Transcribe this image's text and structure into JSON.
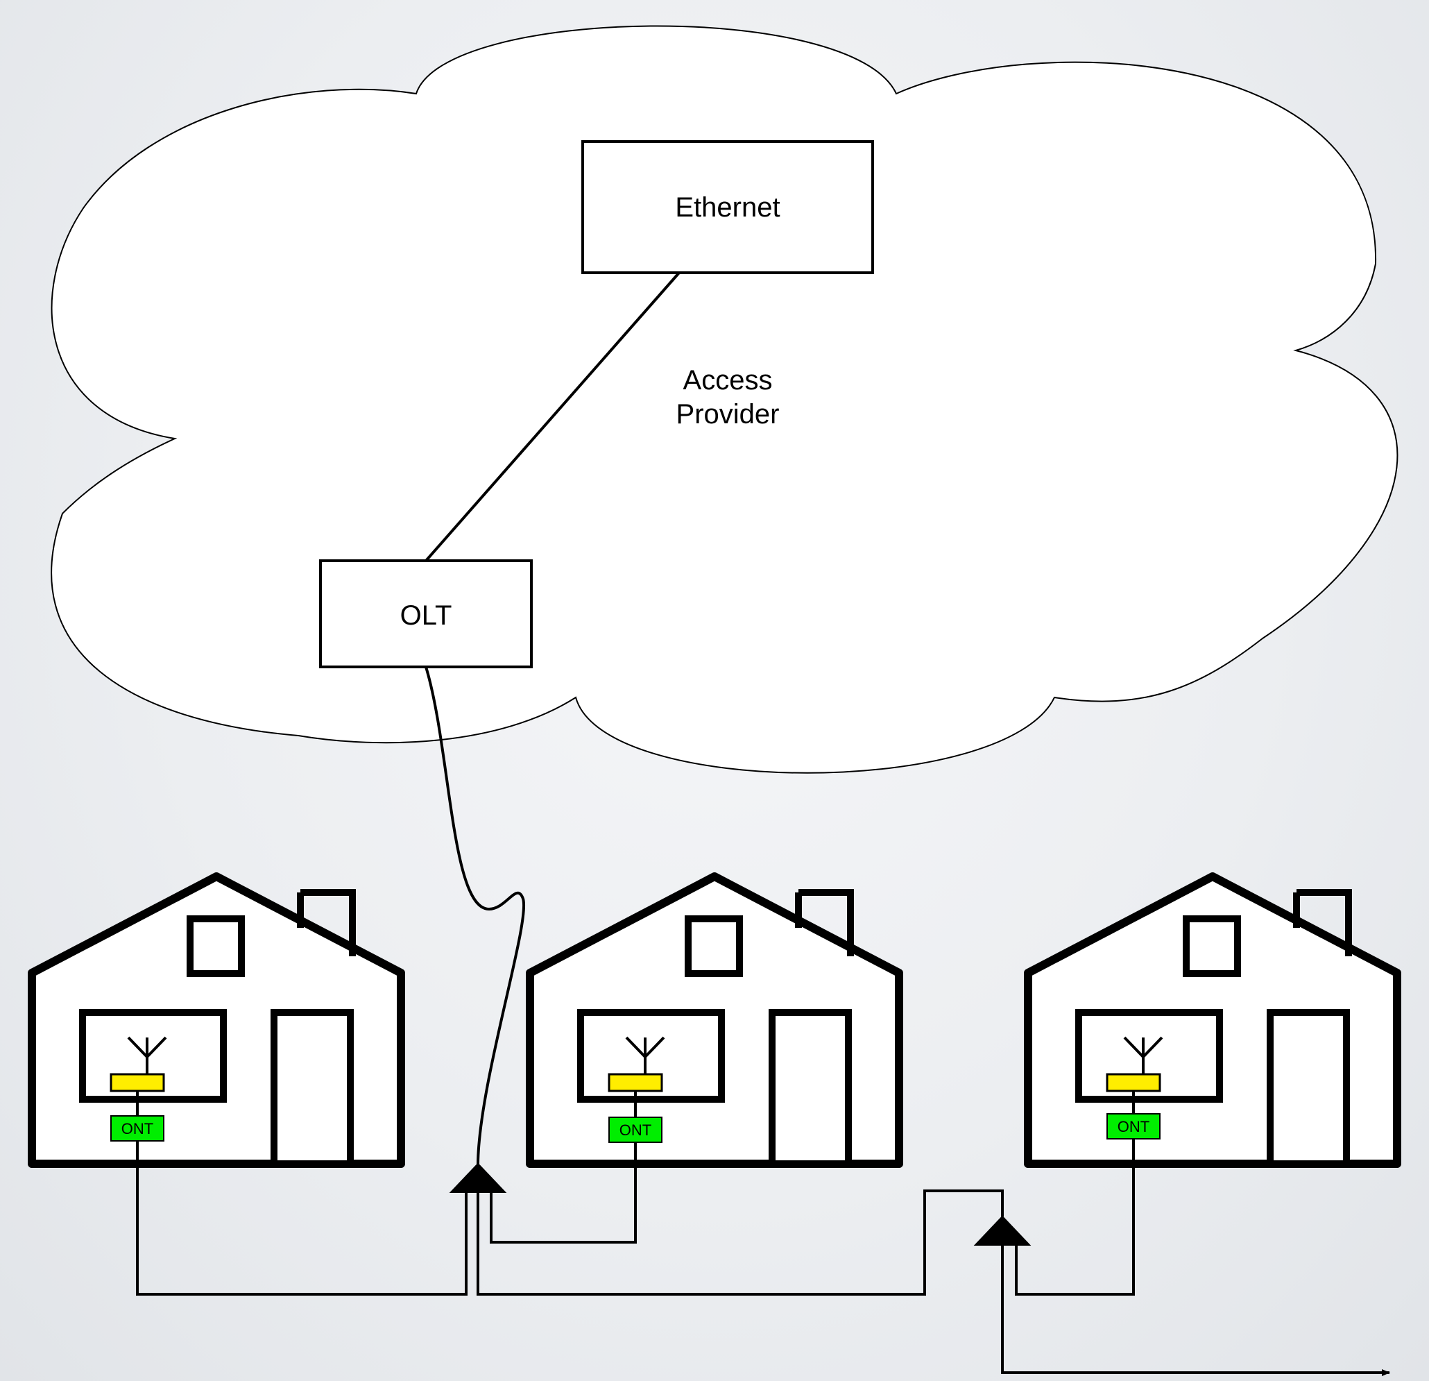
{
  "cloud": {
    "label_line1": "Access",
    "label_line2": "Provider"
  },
  "nodes": {
    "ethernet": "Ethernet",
    "olt": "OLT"
  },
  "houses": [
    {
      "ont_label": "ONT"
    },
    {
      "ont_label": "ONT"
    },
    {
      "ont_label": "ONT"
    }
  ],
  "colors": {
    "ont": "#00ee00",
    "router": "#ffee00",
    "cloud_fill": "#ffffff",
    "stroke": "#000000"
  }
}
